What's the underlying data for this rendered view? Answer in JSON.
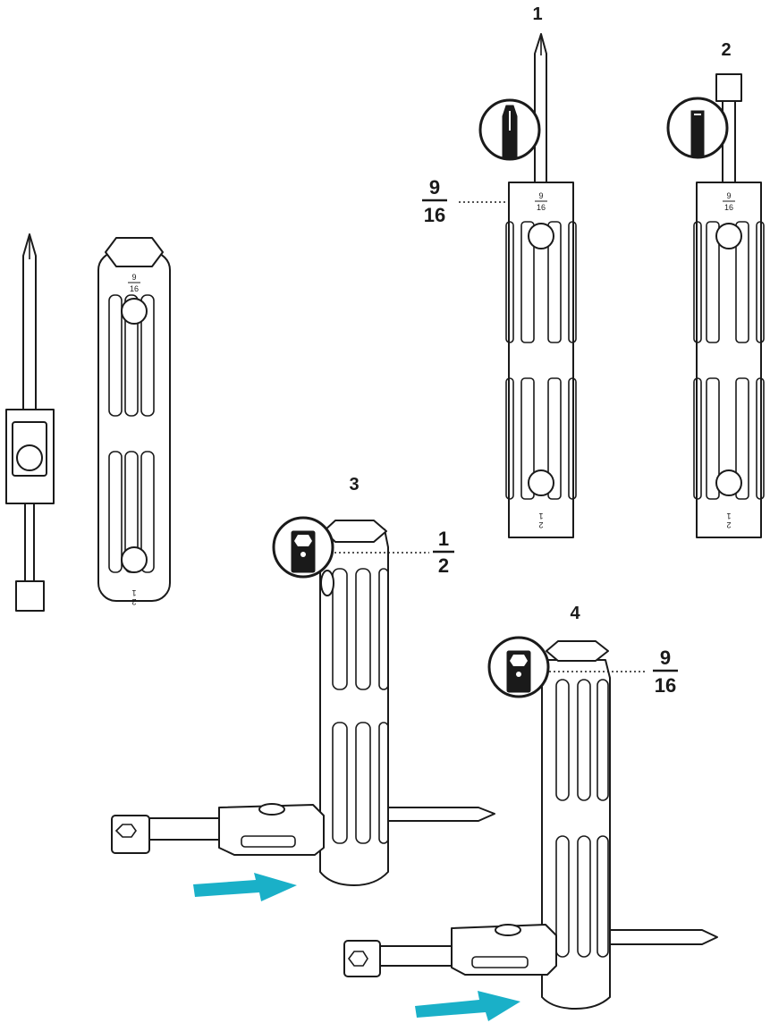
{
  "steps": [
    "1",
    "2",
    "3",
    "4"
  ],
  "tool_size_labels": {
    "top_num": "9",
    "top_den": "16",
    "bottom_num": "1",
    "bottom_den": "2"
  },
  "callouts": [
    {
      "step": "1",
      "num": "9",
      "den": "16"
    },
    {
      "step": "3",
      "num": "1",
      "den": "2"
    },
    {
      "step": "4",
      "num": "9",
      "den": "16"
    }
  ],
  "colors": {
    "line": "#1a1a1a",
    "arrow": "#1ab0c8",
    "background": "#ffffff"
  },
  "icons": [
    "phillips-bit-icon",
    "hex-socket-icon",
    "push-arrow-icon"
  ]
}
